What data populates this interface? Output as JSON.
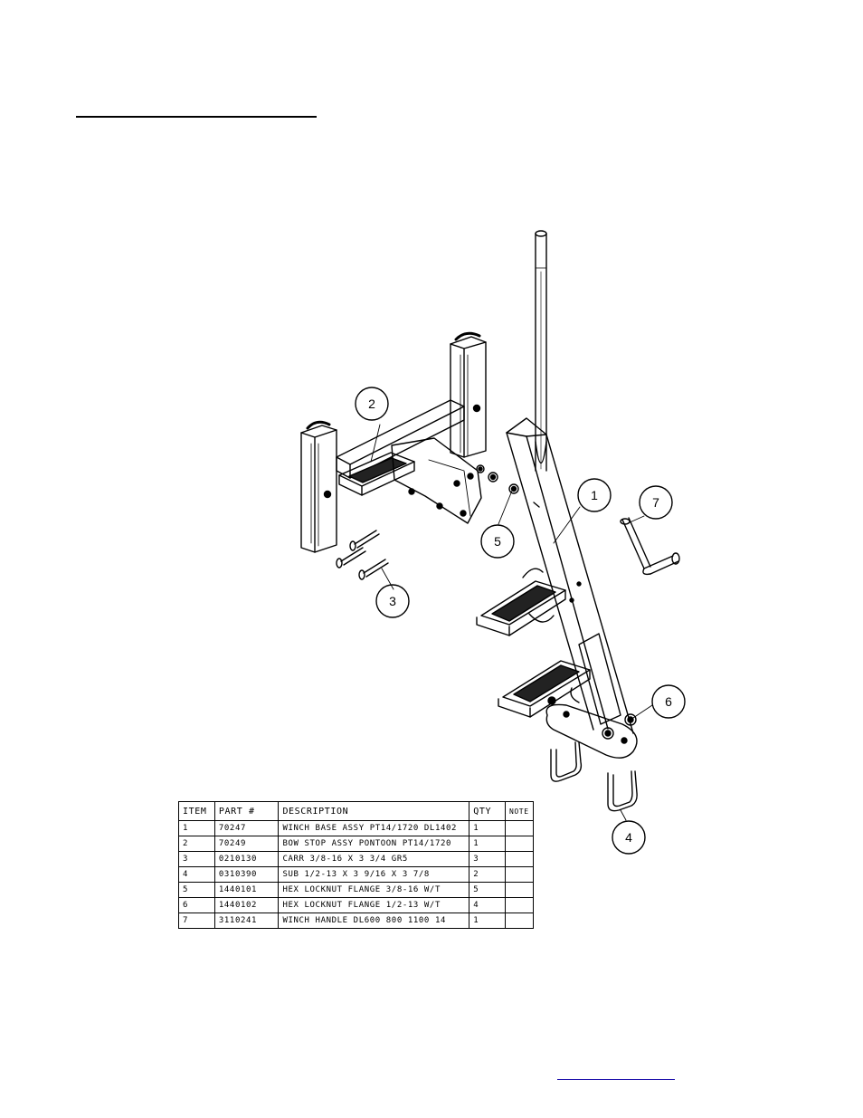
{
  "balloons": [
    "1",
    "2",
    "3",
    "4",
    "5",
    "6",
    "7"
  ],
  "table": {
    "headers": [
      "ITEM",
      "PART #",
      "DESCRIPTION",
      "QTY",
      "NOTE"
    ],
    "rows": [
      [
        "1",
        "70247",
        "WINCH BASE ASSY PT14/1720 DL1402",
        "1",
        ""
      ],
      [
        "2",
        "70249",
        "BOW STOP ASSY PONTOON PT14/1720",
        "1",
        ""
      ],
      [
        "3",
        "0210130",
        "CARR 3/8-16 X 3 3/4 GR5",
        "3",
        ""
      ],
      [
        "4",
        "0310390",
        "SUB 1/2-13 X 3 9/16 X 3 7/8",
        "2",
        ""
      ],
      [
        "5",
        "1440101",
        "HEX LOCKNUT FLANGE 3/8-16 W/T",
        "5",
        ""
      ],
      [
        "6",
        "1440102",
        "HEX LOCKNUT FLANGE 1/2-13 W/T",
        "4",
        ""
      ],
      [
        "7",
        "3110241",
        "WINCH HANDLE   DL600 800 1100 14",
        "1",
        ""
      ]
    ]
  },
  "footer": {
    "link_text": ""
  }
}
